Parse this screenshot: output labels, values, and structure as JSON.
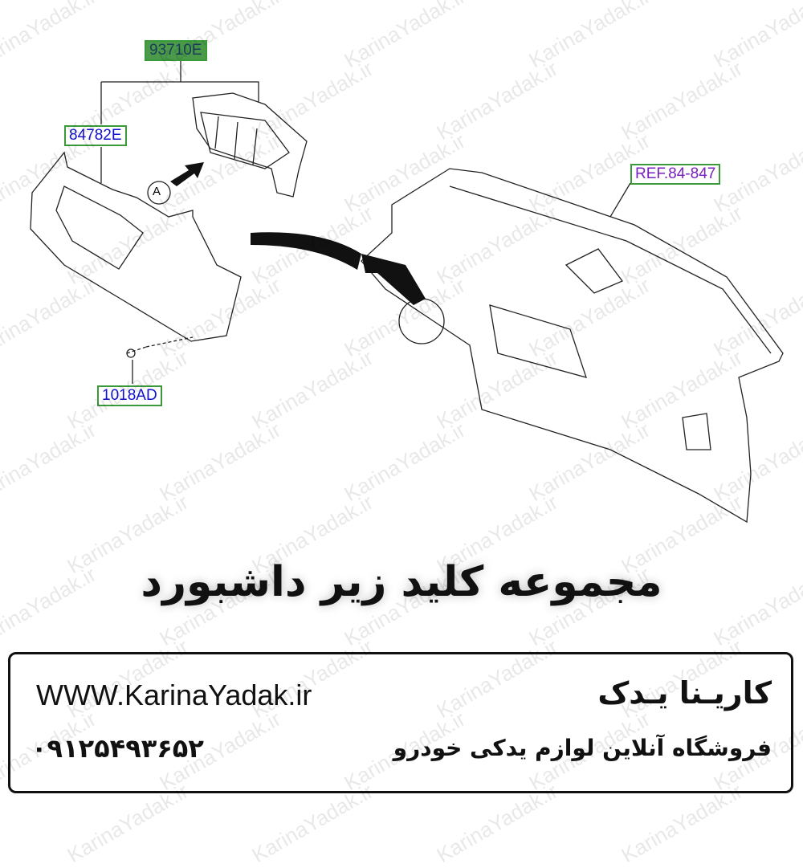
{
  "diagram": {
    "part_labels": {
      "switch_assembly": "93710E",
      "panel": "84782E",
      "screw": "1018AD",
      "reference": "REF.84-847",
      "view_marker": "A"
    }
  },
  "title": "مجموعه کلید زیر داشبورد",
  "footer": {
    "website": "WWW.KarinaYadak.ir",
    "phone": "۰۹۱۲۵۴۹۳۶۵۲",
    "brand": "کاریـنا یـدک",
    "slogan": "فروشگاه آنلاین لوازم یدکی خودرو"
  },
  "watermark": "KarinaYadak.ir",
  "colors": {
    "label_green": "#4a9a4a",
    "label_blue_text": "#1010d0",
    "label_purple_text": "#7a20c0"
  }
}
